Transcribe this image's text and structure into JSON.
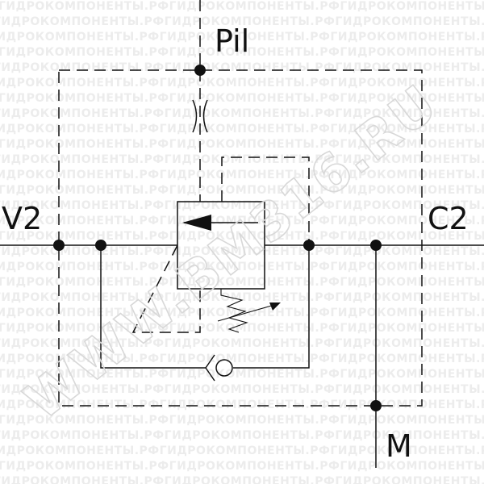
{
  "ports": {
    "pilot": "Pil",
    "v2": "V2",
    "c2": "C2",
    "m": "M"
  },
  "watermark": {
    "row_text": "ГИДРОКОМПОНЕНТЫ.РФ",
    "big_text": "WWW.BM316.RU"
  },
  "colors": {
    "line": "#111111",
    "background": "#ffffff",
    "watermark": "#d8d8d8"
  },
  "symbols": [
    "orifice-symbol",
    "pressure-valve-symbol",
    "adjustable-spring-symbol",
    "check-valve-symbol"
  ]
}
